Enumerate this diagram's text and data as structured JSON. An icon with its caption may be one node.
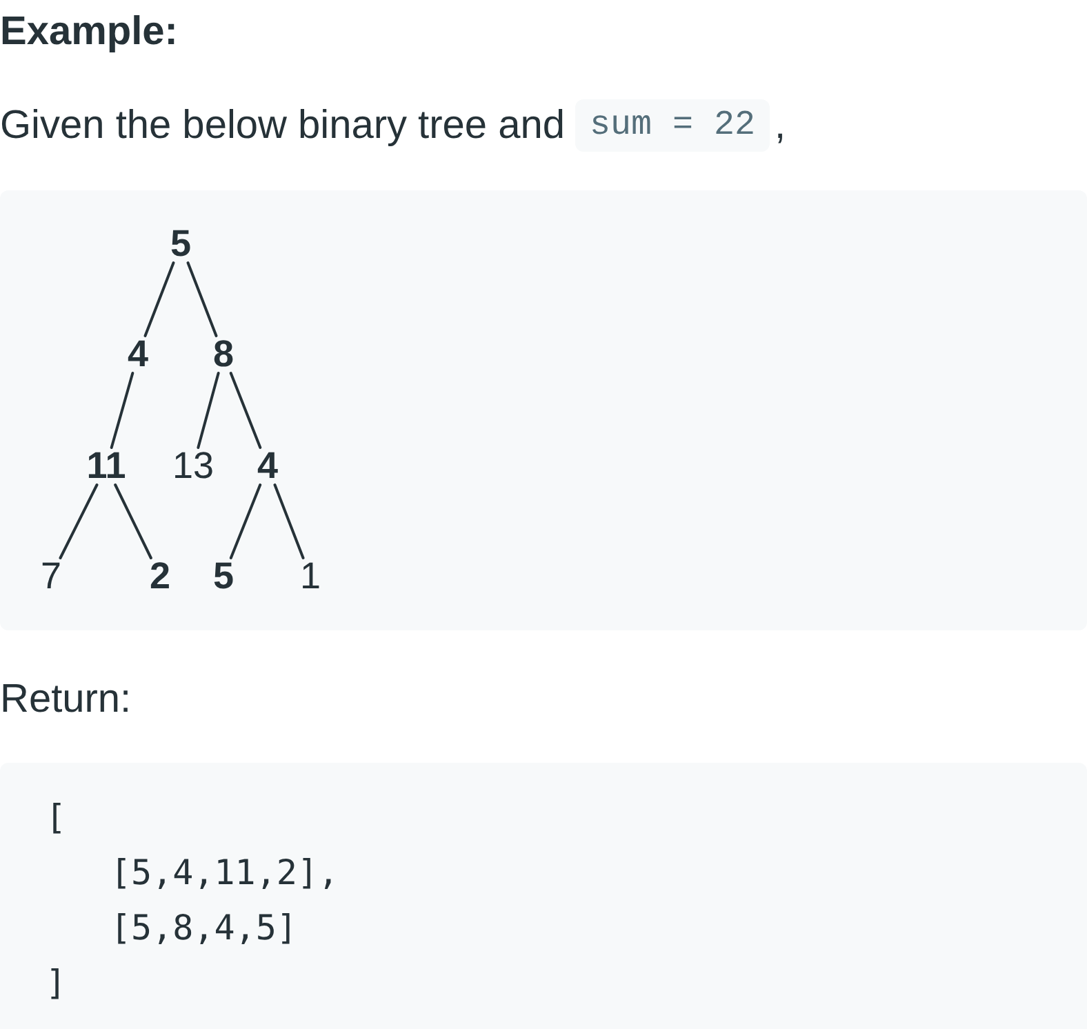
{
  "diagram": {
    "title": "Example:",
    "nodes": [
      {
        "text": [
          "5"
        ]
      },
      {
        "text": [
          "4"
        ]
      },
      {
        "text": [
          "8"
        ]
      },
      {
        "text": [
          "11"
        ]
      },
      {
        "text": [
          "13"
        ]
      },
      {
        "text": [
          "4"
        ]
      },
      {
        "text": [
          "7"
        ]
      },
      {
        "text": [
          "2"
        ]
      },
      {
        "text": [
          "5"
        ]
      },
      {
        "text": [
          "1"
        ]
      }
    ],
    "edges": [
      {
        "from": 0,
        "to": 1,
        "arrow": "none"
      },
      {
        "from": 0,
        "to": 2,
        "arrow": "none"
      },
      {
        "from": 1,
        "to": 3,
        "arrow": "none"
      },
      {
        "from": 2,
        "to": 4,
        "arrow": "none"
      },
      {
        "from": 2,
        "to": 5,
        "arrow": "none"
      },
      {
        "from": 3,
        "to": 6,
        "arrow": "none"
      },
      {
        "from": 3,
        "to": 7,
        "arrow": "none"
      },
      {
        "from": 5,
        "to": 8,
        "arrow": "none"
      },
      {
        "from": 5,
        "to": 9,
        "arrow": "none"
      }
    ],
    "labels": [
      "Given the below binary tree and",
      "sum = 22",
      ",",
      "Return:",
      "[",
      "[5,4,11,2],",
      "[5,8,4,5]",
      "]"
    ]
  }
}
